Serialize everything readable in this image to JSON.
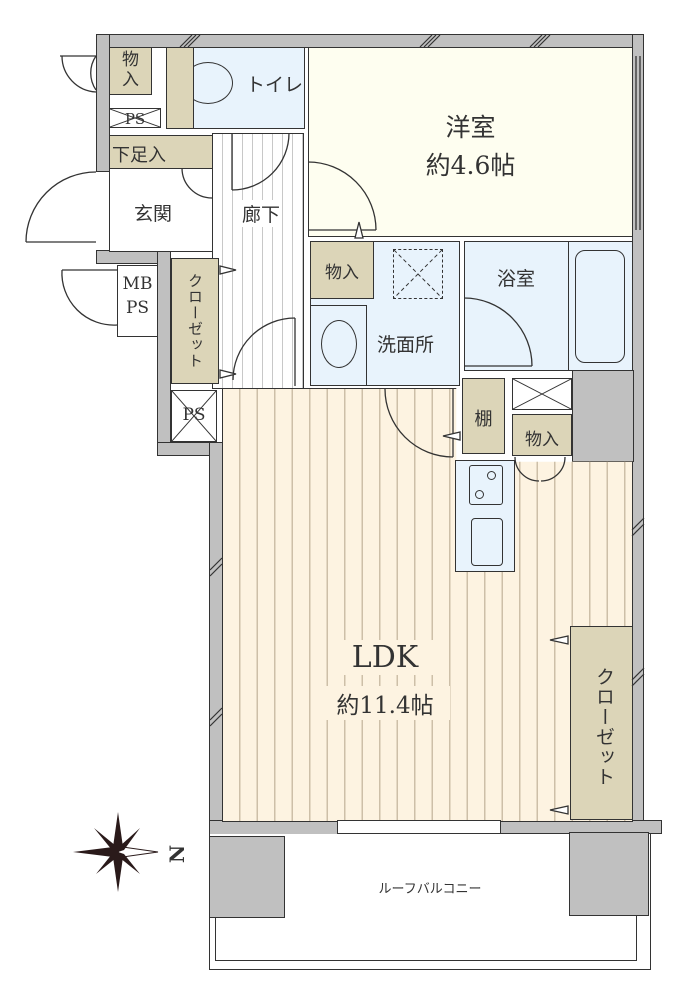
{
  "floorplan": {
    "rooms": {
      "western_room": {
        "name": "洋室",
        "area": "約4.6帖"
      },
      "ldk": {
        "name": "LDK",
        "area": "約11.4帖"
      },
      "toilet": {
        "name": "トイレ"
      },
      "entrance": {
        "name": "玄関"
      },
      "hallway": {
        "name": "廊下"
      },
      "washroom": {
        "name": "洗面所"
      },
      "bathroom": {
        "name": "浴室"
      },
      "balcony": {
        "name": "ルーフバルコニー"
      }
    },
    "storage": {
      "storage_top_left": "物入",
      "storage_near_western": "物入",
      "storage_near_kitchen": "物入",
      "shoe_storage": "下足入",
      "closet_hall": "クローゼット",
      "closet_ldk": "クローゼット",
      "shelf": "棚"
    },
    "utility": {
      "ps_top": "PS",
      "mb_ps_line1": "MB",
      "mb_ps_line2": "PS",
      "ps_lower": "PS"
    },
    "compass": {
      "north_label": "N"
    },
    "colors": {
      "wall": "#c0c0c0",
      "western_room": "#fefef0",
      "wet_area": "#e8f3fc",
      "storage": "#dcd5b8",
      "ldk_floor": "#fdf3e1",
      "line": "#333333"
    }
  }
}
